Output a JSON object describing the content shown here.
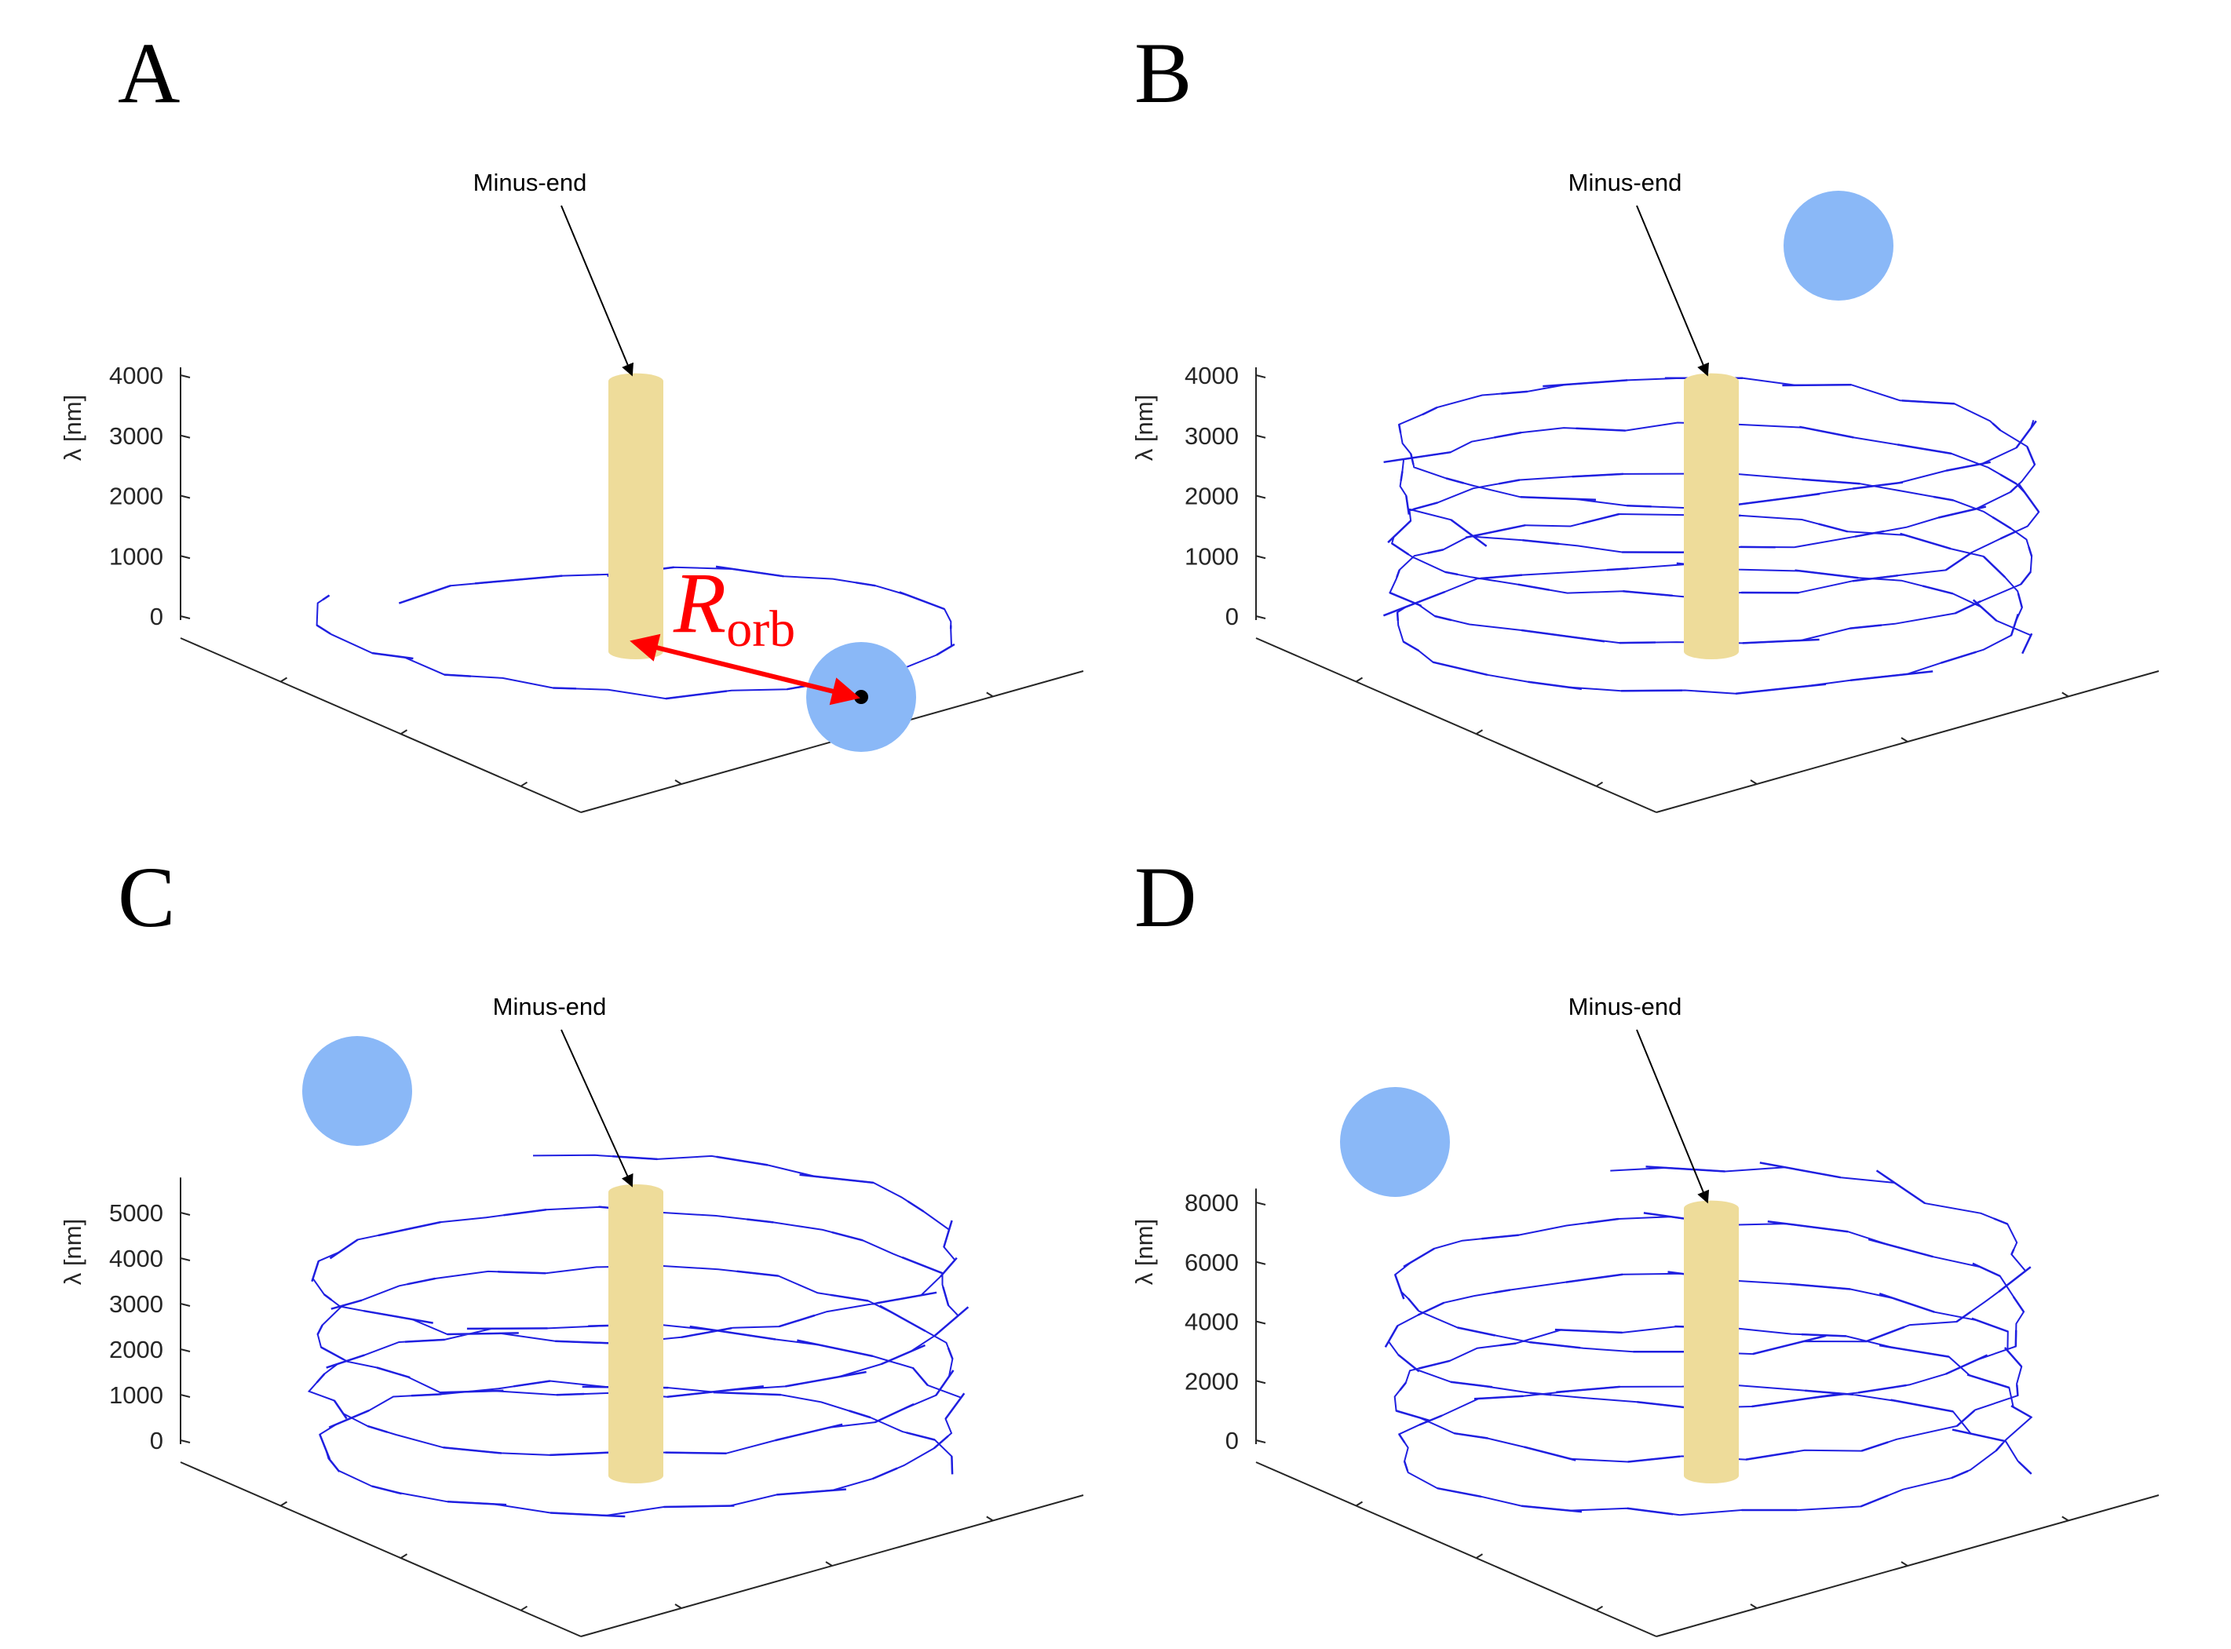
{
  "colors": {
    "trajectory": "#1f1fe0",
    "microtubule": "#eedc9a",
    "cargo": "#8ab8f7",
    "arrow": "#000000",
    "radius_arrow": "#ff0000",
    "axis": "#262626"
  },
  "chart_data": [
    {
      "panel": "A",
      "type": "line",
      "zlabel": "λ [nm]",
      "zticks": [
        "0",
        "1000",
        "2000",
        "3000",
        "4000"
      ],
      "zlim": [
        0,
        4000
      ],
      "annotation": "Minus-end",
      "radius_label": {
        "main": "R",
        "sub": "orb"
      },
      "trajectory": {
        "turns": 0.9,
        "z_start": 800,
        "z_end": 0
      },
      "cargo_z": 0
    },
    {
      "panel": "B",
      "type": "line",
      "zlabel": "λ [nm]",
      "zticks": [
        "0",
        "1000",
        "2000",
        "3000",
        "4000"
      ],
      "zlim": [
        0,
        4000
      ],
      "annotation": "Minus-end",
      "trajectory": {
        "turns": 5,
        "z_start": 0,
        "z_end": 3900
      },
      "cargo_z": 3900
    },
    {
      "panel": "C",
      "type": "line",
      "zlabel": "λ [nm]",
      "zticks": [
        "0",
        "1000",
        "2000",
        "3000",
        "4000",
        "5000"
      ],
      "zlim": [
        0,
        5600
      ],
      "annotation": "Minus-end",
      "trajectory": {
        "turns": 4.3,
        "z_start": 0,
        "z_end": 5400
      },
      "cargo_z": 5400
    },
    {
      "panel": "D",
      "type": "line",
      "zlabel": "λ [nm]",
      "zticks": [
        "0",
        "2000",
        "4000",
        "6000",
        "8000"
      ],
      "zlim": [
        0,
        8200
      ],
      "annotation": "Minus-end",
      "trajectory": {
        "turns": 4.3,
        "z_start": 0,
        "z_end": 7800
      },
      "cargo_z": 6500
    }
  ]
}
